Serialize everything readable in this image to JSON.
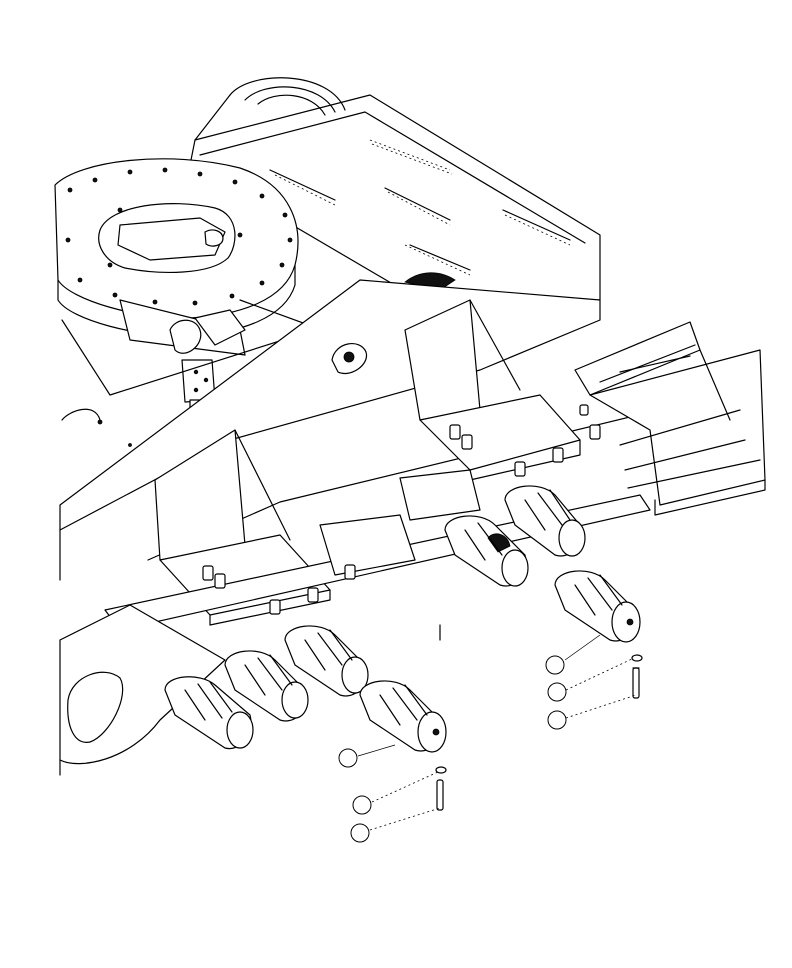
{
  "diagram": {
    "kind": "exploded parts view - undercarriage track roller frame",
    "colors": {
      "line": "#000000",
      "background": "#ffffff"
    },
    "callouts": [
      {
        "id": "c1",
        "label": ""
      },
      {
        "id": "c2",
        "label": ""
      },
      {
        "id": "c3",
        "label": ""
      },
      {
        "id": "c4",
        "label": ""
      },
      {
        "id": "c5",
        "label": ""
      },
      {
        "id": "c6",
        "label": ""
      }
    ]
  }
}
